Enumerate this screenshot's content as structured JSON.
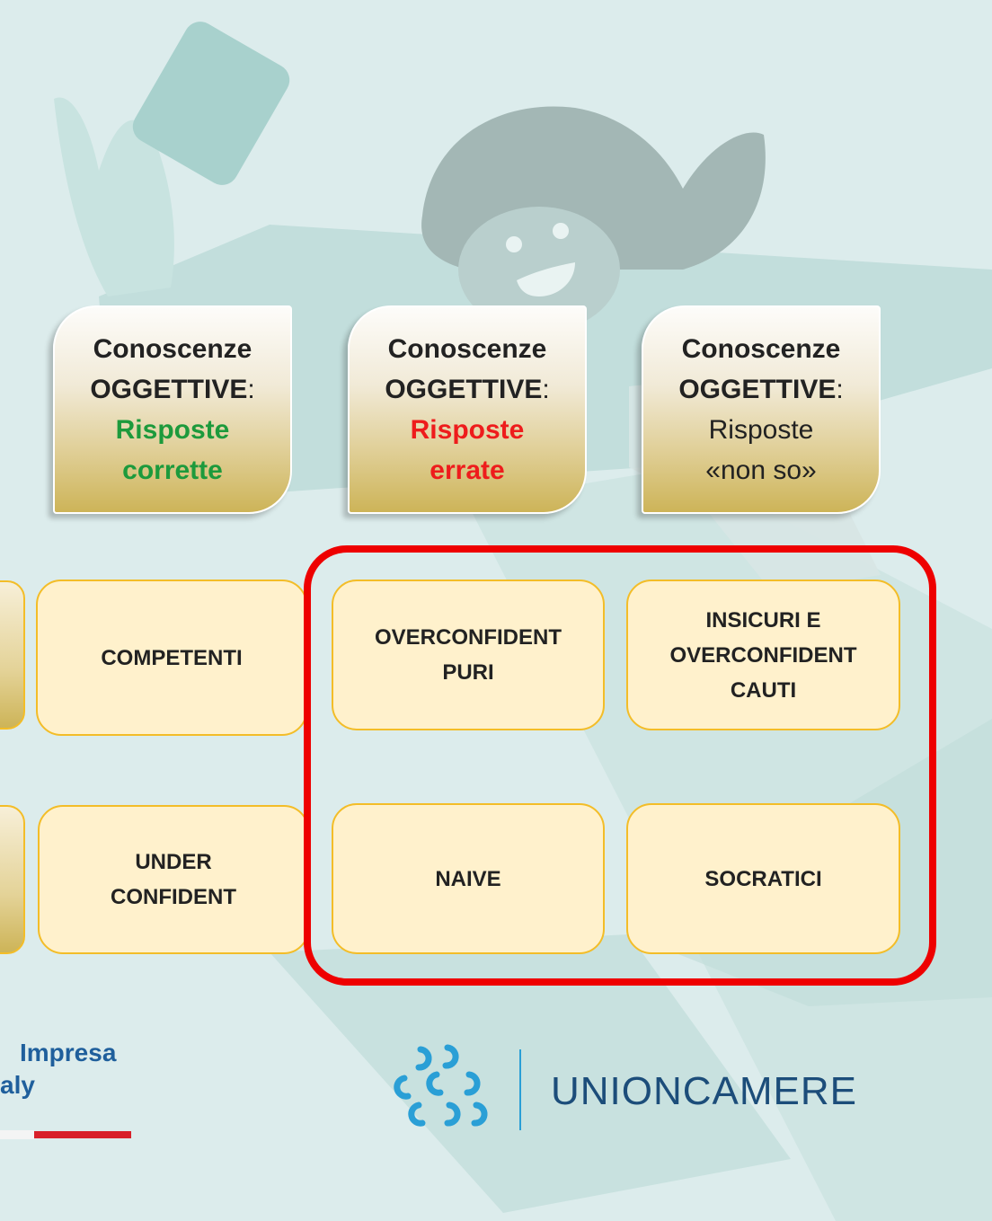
{
  "headers": [
    {
      "line1": "Conoscenze",
      "line2_bold": "OGGETTIVE",
      "line2_colon": ":",
      "line3": "Risposte",
      "line4": "corrette",
      "emphasis": "green",
      "emphasis_color": "#1d9a3c"
    },
    {
      "line1": "Conoscenze",
      "line2_bold": "OGGETTIVE",
      "line2_colon": ":",
      "line3": "Risposte",
      "line4": "errate",
      "emphasis": "red",
      "emphasis_color": "#ee1c1c"
    },
    {
      "line1": "Conoscenze",
      "line2_bold": "OGGETTIVE",
      "line2_colon": ":",
      "line3": "Risposte",
      "line4": "«non so»",
      "emphasis": "none"
    }
  ],
  "grid": {
    "row1": [
      {
        "lines": [
          "COMPETENTI"
        ]
      },
      {
        "lines": [
          "OVERCONFIDENT",
          "PURI"
        ]
      },
      {
        "lines": [
          "INSICURI E",
          "OVERCONFIDENT",
          "CAUTI"
        ]
      }
    ],
    "row2": [
      {
        "lines": [
          "UNDER",
          "CONFIDENT"
        ]
      },
      {
        "lines": [
          "NAIVE"
        ]
      },
      {
        "lines": [
          "SOCRATICI"
        ]
      }
    ]
  },
  "highlight_color": "#ee0000",
  "logos": {
    "left_line1": "Impresa",
    "left_line2": "aly",
    "right_text": "UNIONCAMERE",
    "right_icon": "unioncamere-swirl-icon"
  }
}
